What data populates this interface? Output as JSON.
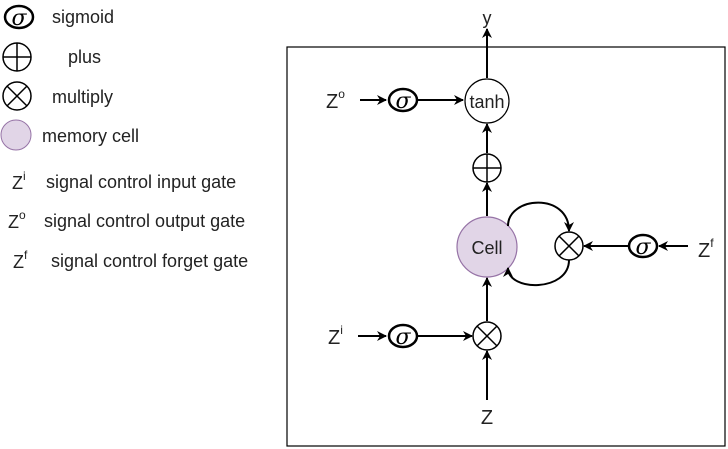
{
  "legend": {
    "sigmoid_symbol": "σ",
    "sigmoid_label": "sigmoid",
    "plus_label": "plus",
    "multiply_label": "multiply",
    "memory_cell_label": "memory cell",
    "z_letter": "Z",
    "input_sup": "i",
    "output_sup": "o",
    "forget_sup": "f",
    "input_gate_label": "signal control input gate",
    "output_gate_label": "signal control output gate",
    "forget_gate_label": "signal control forget gate"
  },
  "diagram": {
    "output_label": "y",
    "input_label": "Z",
    "tanh_label": "tanh",
    "cell_label": "Cell",
    "sigma_symbol": "σ",
    "z_letter": "Z",
    "input_sup": "i",
    "output_sup": "o",
    "forget_sup": "f"
  },
  "colors": {
    "cell_fill": "#e1d5e7",
    "cell_stroke": "#9673a6",
    "line": "#000000",
    "text": "#222222"
  }
}
